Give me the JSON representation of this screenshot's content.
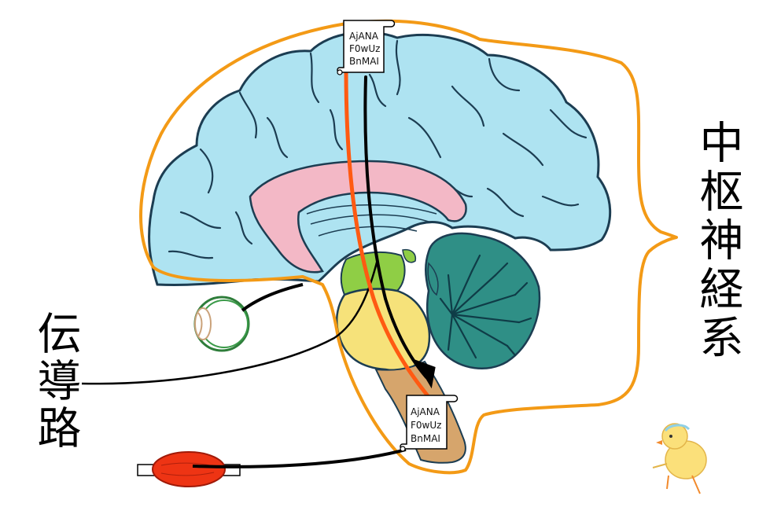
{
  "labels": {
    "cns": "中枢神経系",
    "tract": "伝導路"
  },
  "scroll_top": {
    "lines": [
      "AjANA",
      "F0wUz",
      "BnMAI"
    ]
  },
  "scroll_bottom": {
    "lines": [
      "AjANA",
      "F0wUz",
      "BnMAI"
    ]
  },
  "colors": {
    "cerebrum": "#aee3f1",
    "corpus_callosum": "#f3b8c6",
    "midbrain": "#8fce45",
    "pons": "#f6e27a",
    "medulla": "#d6a56c",
    "cerebellum": "#2f8f86",
    "outline": "#f39a16",
    "pathway_orange": "#ff5a12",
    "muscle": "#ee3414"
  }
}
